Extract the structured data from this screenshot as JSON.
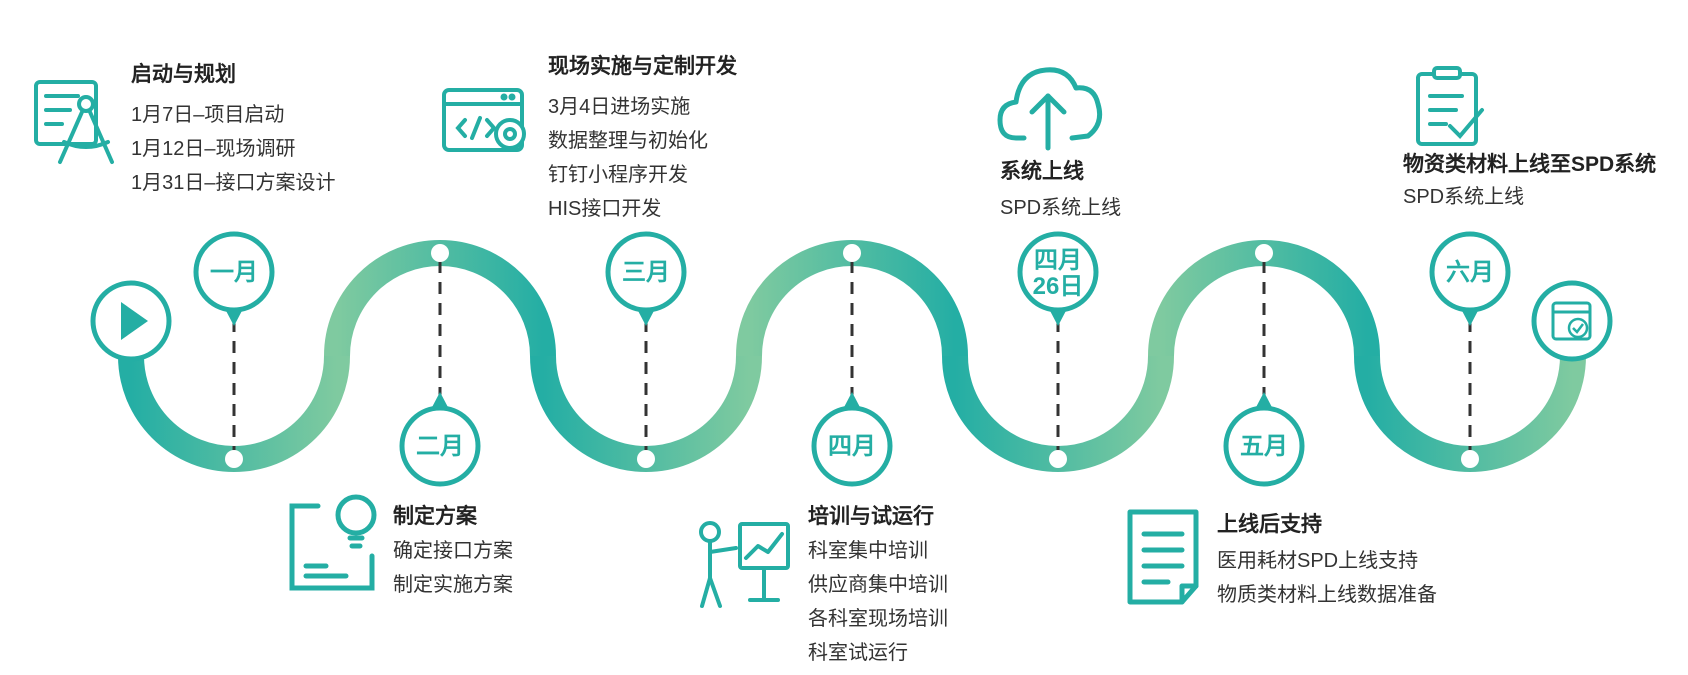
{
  "colors": {
    "teal": "#24AEA4",
    "green": "#7FCAA0",
    "dark_text": "#222222",
    "text": "#333333"
  },
  "milestones": [
    {
      "label": "一月",
      "position": "top",
      "title": "启动与规划",
      "icon": "drafting-compass-icon",
      "items": [
        "1月7日–项目启动",
        "1月12日–现场调研",
        "1月31日–接口方案设计"
      ]
    },
    {
      "label": "二月",
      "position": "bottom",
      "title": "制定方案",
      "icon": "lightbulb-plan-icon",
      "items": [
        "确定接口方案",
        "制定实施方案"
      ]
    },
    {
      "label": "三月",
      "position": "top",
      "title": "现场实施与定制开发",
      "icon": "code-settings-icon",
      "items": [
        "3月4日进场实施",
        "数据整理与初始化",
        "钉钉小程序开发",
        "HIS接口开发"
      ]
    },
    {
      "label": "四月",
      "position": "bottom",
      "title": "培训与试运行",
      "icon": "presenter-chart-icon",
      "items": [
        "科室集中培训",
        "供应商集中培训",
        "各科室现场培训",
        "科室试运行"
      ]
    },
    {
      "label": "四月\n26日",
      "position": "top",
      "title": "系统上线",
      "icon": "cloud-upload-icon",
      "items": [
        "SPD系统上线"
      ]
    },
    {
      "label": "五月",
      "position": "bottom",
      "title": "上线后支持",
      "icon": "document-icon",
      "items": [
        "医用耗材SPD上线支持",
        "物质类材料上线数据准备"
      ]
    },
    {
      "label": "六月",
      "position": "top",
      "title": "物资类材料上线至SPD系统",
      "icon": "clipboard-check-icon",
      "items": [
        "SPD系统上线"
      ]
    }
  ],
  "start_icon": "play-icon",
  "end_icon": "calendar-check-icon"
}
